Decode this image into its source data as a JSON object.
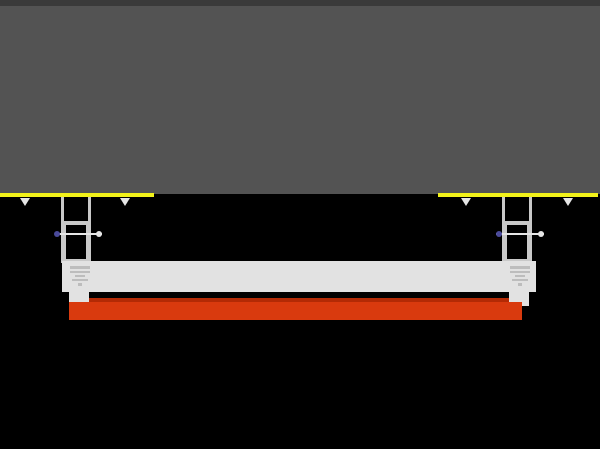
{
  "diagram": {
    "components": [
      {
        "id": "slab",
        "label": ""
      },
      {
        "id": "mounting-plate-left",
        "label": ""
      },
      {
        "id": "mounting-plate-right",
        "label": ""
      },
      {
        "id": "hanger-bracket-left",
        "label": ""
      },
      {
        "id": "hanger-bracket-right",
        "label": ""
      },
      {
        "id": "crossbar",
        "label": ""
      },
      {
        "id": "heater-panel",
        "label": ""
      }
    ]
  },
  "colors": {
    "background": "#000000",
    "slab": "#535353",
    "slab_top_edge": "#3a3a3a",
    "mounting_plate": "#f2f21a",
    "bracket": "#c9c9c9",
    "bolt": "#e6e6e6",
    "bolt_head": "#4a4a9a",
    "crossbar": "#e2e2e2",
    "crossbar_shadow": "#bdbdbd",
    "heater_panel": "#d93a0e",
    "heater_panel_edge": "#b32a05"
  }
}
